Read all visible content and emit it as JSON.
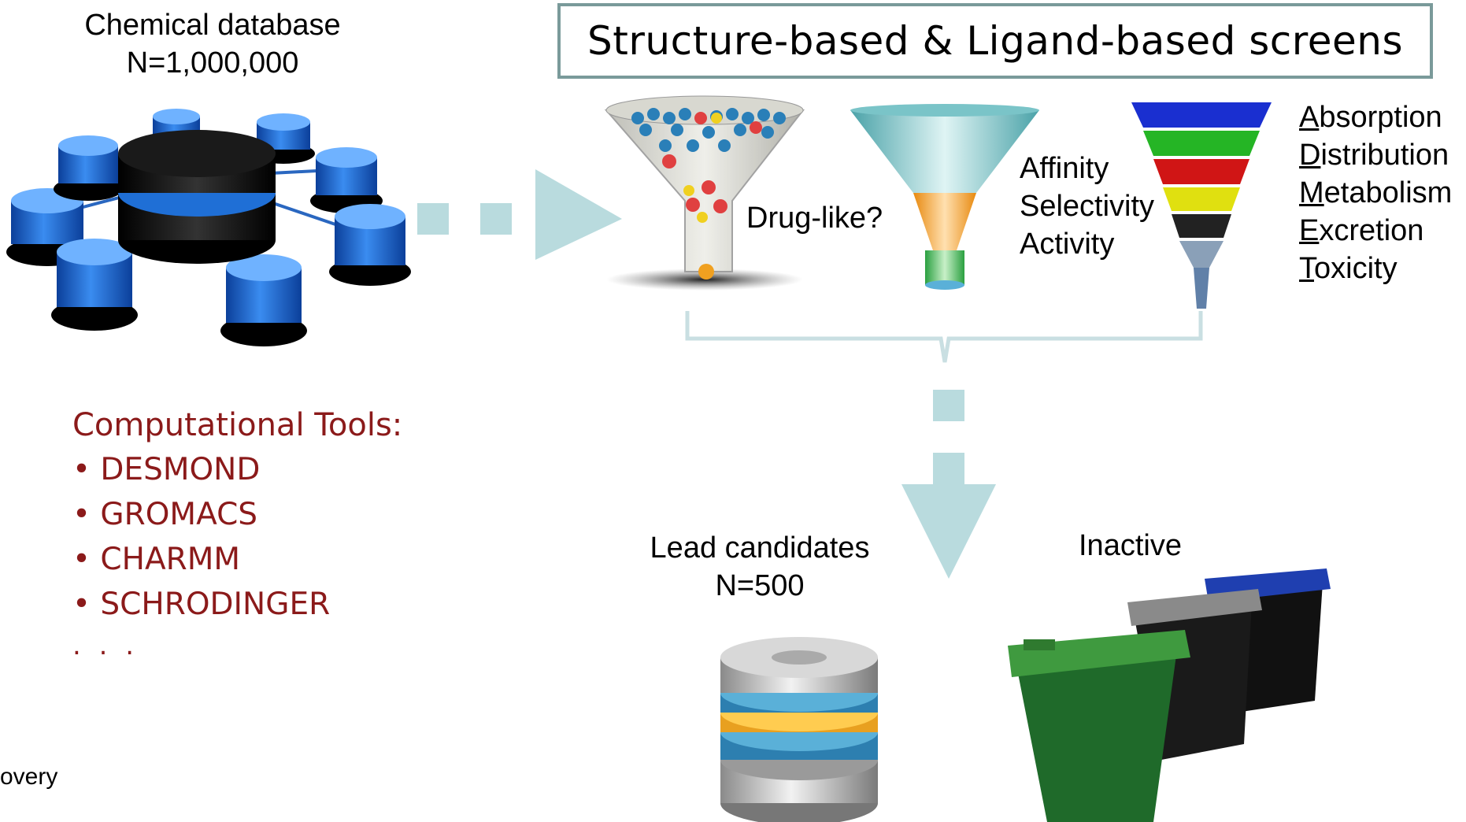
{
  "database": {
    "title_line1": "Chemical database",
    "title_line2": "N=1,000,000"
  },
  "screens": {
    "title": "Structure-based & Ligand-based screens",
    "drug_like": "Drug-like?",
    "criteria": [
      "Affinity",
      "Selectivity",
      "Activity"
    ],
    "admet": [
      {
        "initial": "A",
        "rest": "bsorption"
      },
      {
        "initial": "D",
        "rest": "istribution"
      },
      {
        "initial": "M",
        "rest": "etabolism"
      },
      {
        "initial": "E",
        "rest": "xcretion"
      },
      {
        "initial": "T",
        "rest": "oxicity"
      }
    ]
  },
  "tools": {
    "heading": "Computational Tools:",
    "items": [
      "DESMOND",
      "GROMACS",
      "CHARMM",
      "SCHRODINGER"
    ],
    "ellipsis": ". . ."
  },
  "results": {
    "lead_line1": "Lead candidates",
    "lead_line2": "N=500",
    "inactive": "Inactive"
  },
  "footer": {
    "text": "overy"
  },
  "colors": {
    "arrow": "#b9dbde",
    "tools_text": "#8b1a1a",
    "title_border": "#7a9a9a",
    "db_blue": "#1f6fd6",
    "db_dark": "#111111"
  }
}
